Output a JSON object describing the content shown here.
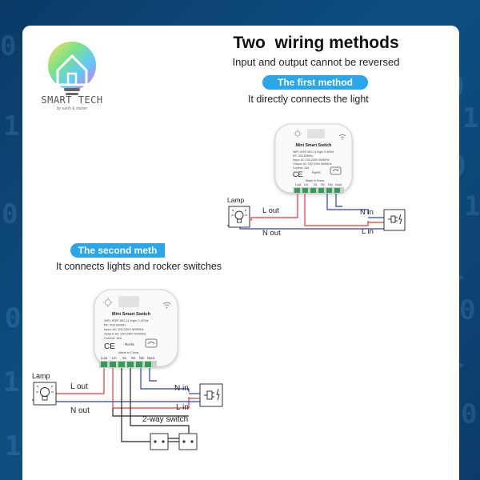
{
  "logo": {
    "name": "SMART TECH",
    "tagline": "by earth & starter"
  },
  "header": {
    "title": "Two  wiring methods",
    "subtitle": "Input and output cannot be reversed"
  },
  "method1": {
    "pill": "The first method",
    "description": "It directly connects the light"
  },
  "method2": {
    "pill": "The second meth",
    "description": "It connects lights and rocker switches"
  },
  "device": {
    "name": "Mini Smart Switch",
    "spec_lines": [
      "WiFi: IEEE 802.11 b/g/n  2.4GHz",
      "RF: 433.92MHz",
      "Input: AC 100-240V  50/60Hz",
      "Output: AC 100-240V  50/60Hz",
      "Current: 16A"
    ],
    "cert_ce": "CE",
    "cert_rohs": "RoHS",
    "made_in": "Made in China",
    "terminals": [
      "Lout",
      "Lin",
      "S1",
      "S2",
      "Nin",
      "Nout"
    ]
  },
  "labels": {
    "lamp": "Lamp",
    "l_out": "L out",
    "n_out": "N out",
    "n_in": "N in",
    "l_in": "L in",
    "two_way_switch": "2-way switch"
  },
  "colors": {
    "background": "#0e4f83",
    "accent": "#2aa7e8",
    "wire_live": "#e23b3b",
    "wire_neutral": "#2a3fbf",
    "wire_switch": "#222222",
    "terminal": "#2f9e54"
  },
  "background_digits": [
    "0",
    "1",
    "0",
    "1",
    "1",
    "0",
    "1",
    "0",
    "0",
    "1",
    "1",
    "0",
    "1",
    "0",
    "1",
    "0",
    "1",
    "0",
    "0",
    "1"
  ]
}
